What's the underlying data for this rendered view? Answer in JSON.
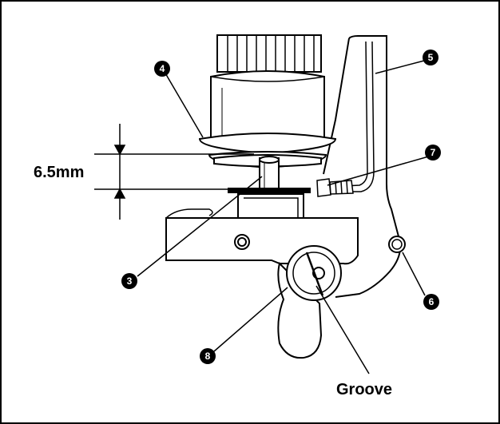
{
  "dimension": {
    "value_label": "6.5mm"
  },
  "callouts": [
    {
      "id": "callout-3",
      "number": "3"
    },
    {
      "id": "callout-4",
      "number": "4"
    },
    {
      "id": "callout-5",
      "number": "5"
    },
    {
      "id": "callout-6",
      "number": "6"
    },
    {
      "id": "callout-7",
      "number": "7"
    },
    {
      "id": "callout-8",
      "number": "8"
    }
  ],
  "labels": {
    "groove": "Groove"
  }
}
